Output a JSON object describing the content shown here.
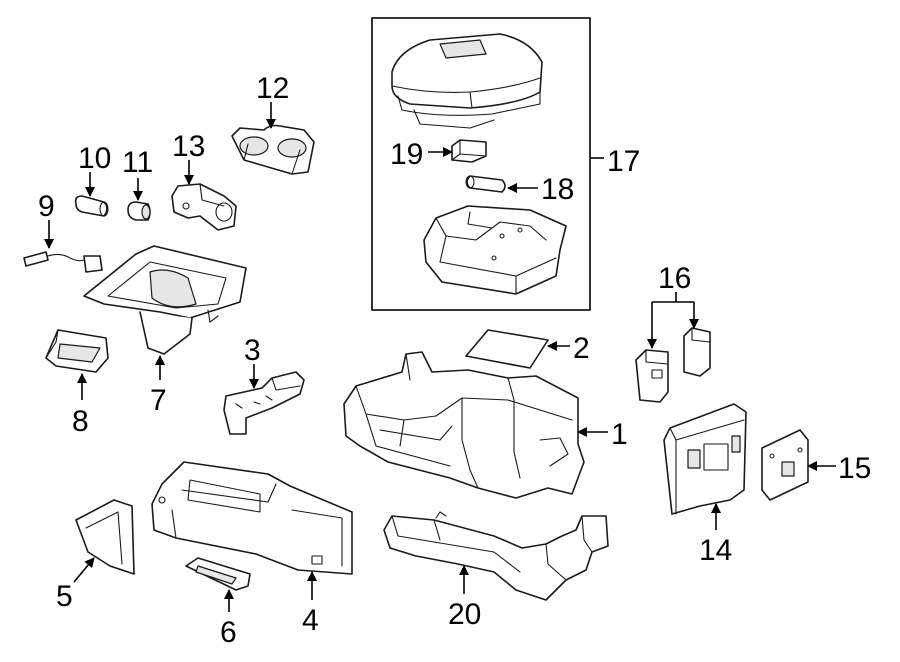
{
  "callouts": {
    "c1": "1",
    "c2": "2",
    "c3": "3",
    "c4": "4",
    "c5": "5",
    "c6": "6",
    "c7": "7",
    "c8": "8",
    "c9": "9",
    "c10": "10",
    "c11": "11",
    "c12": "12",
    "c13": "13",
    "c14": "14",
    "c15": "15",
    "c16": "16",
    "c17": "17",
    "c18": "18",
    "c19": "19",
    "c20": "20"
  },
  "colors": {
    "line": "#1a1a1a",
    "background": "#ffffff",
    "shade": "#e6e6e6"
  }
}
